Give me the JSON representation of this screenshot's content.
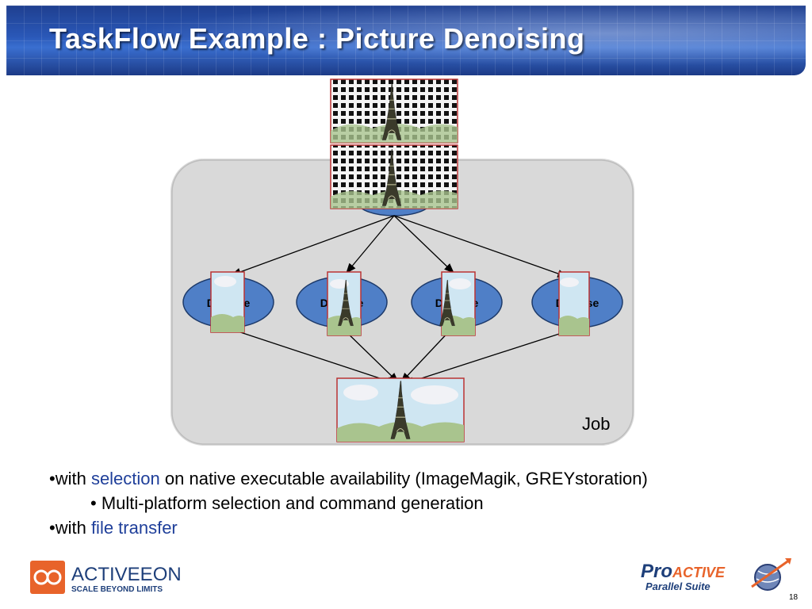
{
  "slide": {
    "title": "TaskFlow Example : Picture Denoising",
    "page_number": "18"
  },
  "diagram": {
    "container_label": "Job",
    "task_label": "Denoise",
    "task_count": 4
  },
  "bullets": [
    {
      "prefix": "•with ",
      "highlight": "selection",
      "suffix": " on native executable availability (ImageMagik, GREYstoration)"
    },
    {
      "text": "• Multi-platform selection and command generation"
    },
    {
      "prefix": "•with ",
      "highlight": "file transfer",
      "suffix": ""
    }
  ],
  "logos": {
    "activeeon_name": "ACTIVEEON",
    "activeeon_tagline": "SCALE BEYOND LIMITS",
    "proactive_name_a": "Pro",
    "proactive_name_b": "ACTIVE",
    "proactive_tagline": "Parallel Suite"
  },
  "colors": {
    "banner": "#2a58b8",
    "node_fill": "#4f7fc7",
    "container": "#dcdcdc",
    "highlight_text": "#1f3f9a",
    "logo_orange": "#e8632a"
  }
}
